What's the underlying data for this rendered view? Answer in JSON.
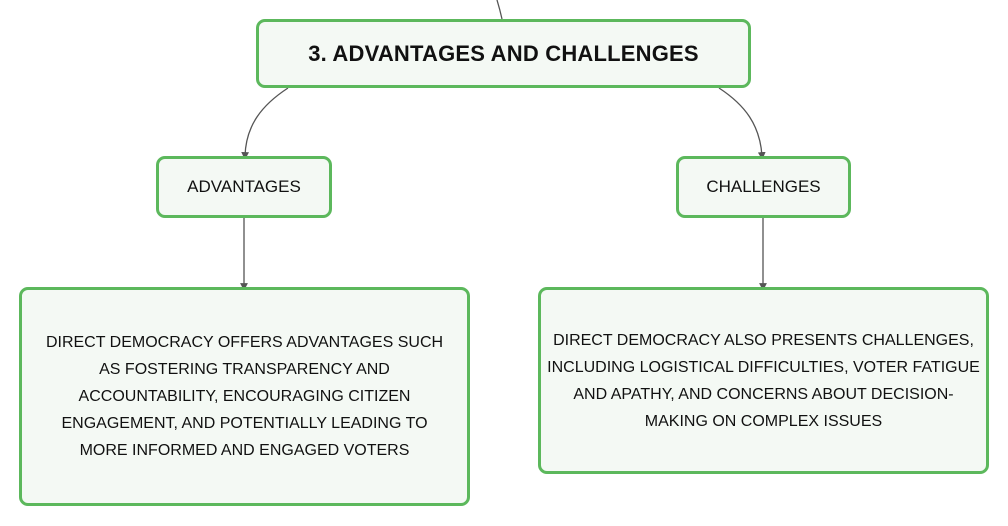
{
  "colors": {
    "node_border": "#5cb85c",
    "node_fill": "#f4f9f4",
    "connector": "#555555"
  },
  "nodes": {
    "root": {
      "label": "3. ADVANTAGES AND CHALLENGES"
    },
    "advantages": {
      "label": "ADVANTAGES"
    },
    "challenges": {
      "label": "CHALLENGES"
    },
    "advantages_description": {
      "text": "DIRECT DEMOCRACY OFFERS ADVANTAGES SUCH AS FOSTERING TRANSPARENCY AND ACCOUNTABILITY, ENCOURAGING CITIZEN ENGAGEMENT, AND POTENTIALLY LEADING TO MORE INFORMED AND ENGAGED VOTERS"
    },
    "challenges_description": {
      "text": "DIRECT DEMOCRACY ALSO PRESENTS CHALLENGES, INCLUDING LOGISTICAL DIFFICULTIES, VOTER FATIGUE AND APATHY, AND CONCERNS ABOUT DECISION-MAKING ON COMPLEX ISSUES"
    }
  }
}
